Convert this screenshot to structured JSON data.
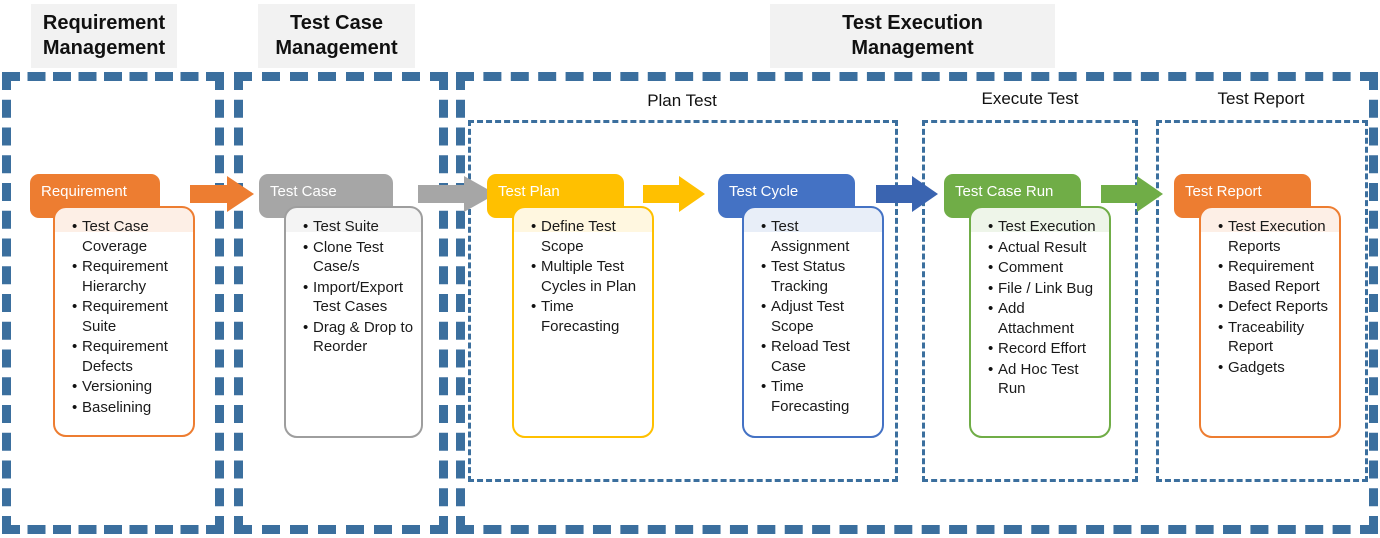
{
  "diagram": {
    "title_sections": [
      {
        "label": "Requirement\nManagement"
      },
      {
        "label": "Test Case\nManagement"
      },
      {
        "label": "Test Execution\nManagement"
      }
    ],
    "sub_sections": [
      {
        "label": "Plan Test"
      },
      {
        "label": "Execute Test"
      },
      {
        "label": "Test Report"
      }
    ],
    "colors": {
      "frame_blue": "#3b6f9e",
      "orange": "#ED7D31",
      "gray": "#A6A6A6",
      "yellow": "#FFC000",
      "blue": "#4472C4",
      "green": "#70AD47",
      "header_chip_bg": "#f2f2f2",
      "arrow_orange": "#ED7D31",
      "arrow_gray": "#A6A6A6",
      "arrow_yellow": "#FFC000",
      "arrow_blue": "#3A64B0",
      "arrow_green": "#70AD47"
    },
    "cards": [
      {
        "id": "requirement",
        "title": "Requirement",
        "color": "#ED7D31",
        "items": [
          "Test Case Coverage",
          "Requirement Hierarchy",
          "Requirement Suite",
          "Requirement Defects",
          "Versioning",
          "Baselining"
        ]
      },
      {
        "id": "test-case",
        "title": "Test Case",
        "color": "#A6A6A6",
        "items": [
          "Test Suite",
          "Clone Test Case/s",
          "Import/Export Test Cases",
          "Drag & Drop to Reorder"
        ]
      },
      {
        "id": "test-plan",
        "title": "Test Plan",
        "color": "#FFC000",
        "items": [
          "Define Test Scope",
          "Multiple Test Cycles in Plan",
          "Time Forecasting"
        ]
      },
      {
        "id": "test-cycle",
        "title": "Test Cycle",
        "color": "#4472C4",
        "items": [
          "Test Assignment",
          "Test Status Tracking",
          "Adjust Test Scope",
          "Reload Test Case",
          "Time Forecasting"
        ]
      },
      {
        "id": "test-case-run",
        "title": "Test Case Run",
        "color": "#70AD47",
        "items": [
          "Test Execution",
          "Actual Result",
          "Comment",
          "File / Link Bug",
          "Add Attachment",
          "Record Effort",
          "Ad Hoc Test Run"
        ]
      },
      {
        "id": "test-report",
        "title": "Test Report",
        "color": "#ED7D31",
        "items": [
          "Test Execution Reports",
          "Requirement Based Report",
          "Defect Reports",
          "Traceability Report",
          "Gadgets"
        ]
      }
    ],
    "arrows": [
      {
        "name": "arrow-requirement-to-test-case",
        "color": "#ED7D31"
      },
      {
        "name": "arrow-test-case-to-test-plan",
        "color": "#A6A6A6"
      },
      {
        "name": "arrow-test-plan-to-test-cycle",
        "color": "#FFC000"
      },
      {
        "name": "arrow-test-cycle-to-test-case-run",
        "color": "#3A64B0"
      },
      {
        "name": "arrow-test-case-run-to-test-report",
        "color": "#70AD47"
      }
    ]
  }
}
